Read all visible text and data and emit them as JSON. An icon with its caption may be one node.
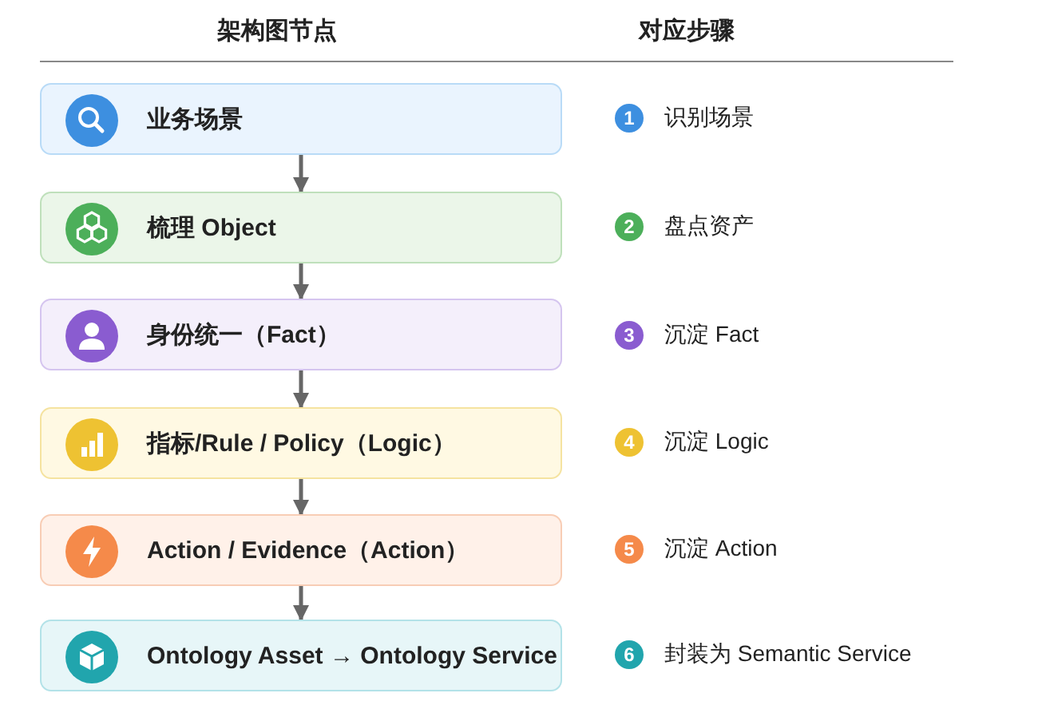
{
  "diagram": {
    "nodes": [
      {
        "text": [
          "业务场景"
        ]
      },
      {
        "text": [
          "梳理 Object"
        ]
      },
      {
        "text": [
          "身份统一（Fact）"
        ]
      },
      {
        "text": [
          "指标/Rule / Policy（Logic）"
        ]
      },
      {
        "text": [
          "Action / Evidence（Action）"
        ]
      },
      {
        "text": [
          "Ontology Asset → Ontology Service"
        ]
      }
    ],
    "edges": [
      {
        "from": 0,
        "to": 1,
        "arrow": "to"
      },
      {
        "from": 1,
        "to": 2,
        "arrow": "to"
      },
      {
        "from": 2,
        "to": 3,
        "arrow": "to"
      },
      {
        "from": 3,
        "to": 4,
        "arrow": "to"
      },
      {
        "from": 4,
        "to": 5,
        "arrow": "to"
      }
    ],
    "labels": [
      "架构图节点",
      "对应步骤",
      "1",
      "识别场景",
      "2",
      "盘点资产",
      "3",
      "沉淀 Fact",
      "4",
      "沉淀 Logic",
      "5",
      "沉淀 Action",
      "6",
      "封装为 Semantic Service"
    ]
  }
}
